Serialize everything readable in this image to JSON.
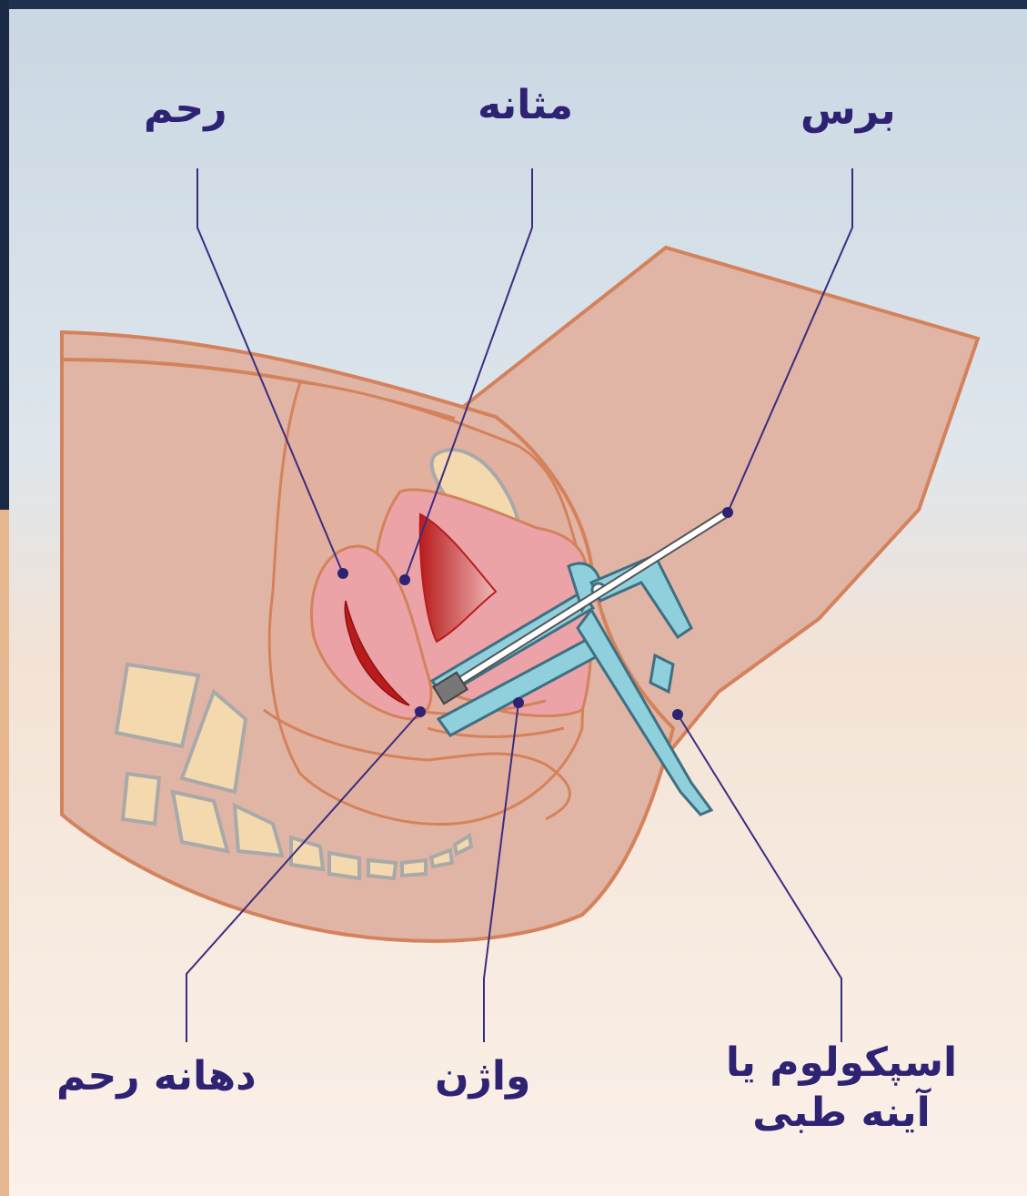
{
  "labels": {
    "uterus": "رحم",
    "bladder": "مثانه",
    "brush": "برس",
    "cervix": "دهانه رحم",
    "vagina": "واژن",
    "speculum_line1": "اسپکولوم یا",
    "speculum_line2": "آینه طبی"
  },
  "colors": {
    "label_text": "#2e2272",
    "leader_line": "#3a2d80",
    "skin_fill": "#e0b5a5",
    "skin_outline": "#d4825c",
    "organ_pink": "#eba3a8",
    "uterine_cavity": "#b81c1c",
    "bone_fill": "#f4d9ae",
    "bone_outline": "#a9a9a9",
    "speculum_fill": "#8fd0dc",
    "speculum_outline": "#3f6f82",
    "background_sky": "#d7e2ea",
    "background_floor": "#f6e4d6"
  }
}
